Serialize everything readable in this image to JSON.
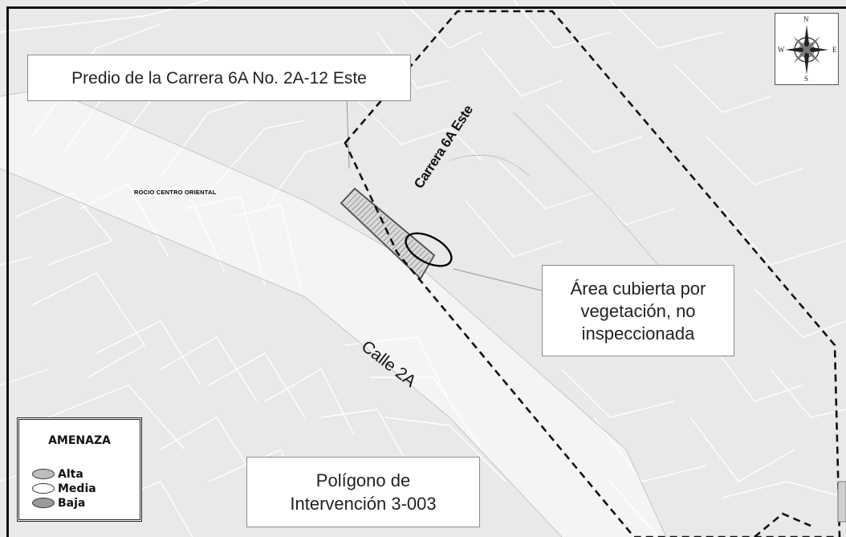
{
  "labels": {
    "predio": "Predio de la Carrera 6A No. 2A-12 Este",
    "area_line1": "Área cubierta por",
    "area_line2": "vegetación, no",
    "area_line3": "inspeccionada",
    "poligono_line1": "Polígono de",
    "poligono_line2": "Intervención 3-003"
  },
  "streets": {
    "calle": "Calle 2A",
    "carrera": "Carrera 6A Este"
  },
  "barrio": "ROCIO CENTRO ORIENTAL",
  "compass": {
    "icon": "compass-rose-icon",
    "n": "N",
    "s": "S",
    "e": "E",
    "w": "W"
  },
  "legend": {
    "title": "AMENAZA",
    "items": [
      {
        "label": "Alta",
        "color": "#bdbdbd"
      },
      {
        "label": "Media",
        "color": "#ffffff"
      },
      {
        "label": "Baja",
        "color": "#9a9a9a"
      }
    ]
  },
  "colors": {
    "background": "#e9e9e9",
    "parcel_lines": "#ffffff",
    "boundary": "#111111",
    "predio_fill": "#d9d9d9"
  }
}
